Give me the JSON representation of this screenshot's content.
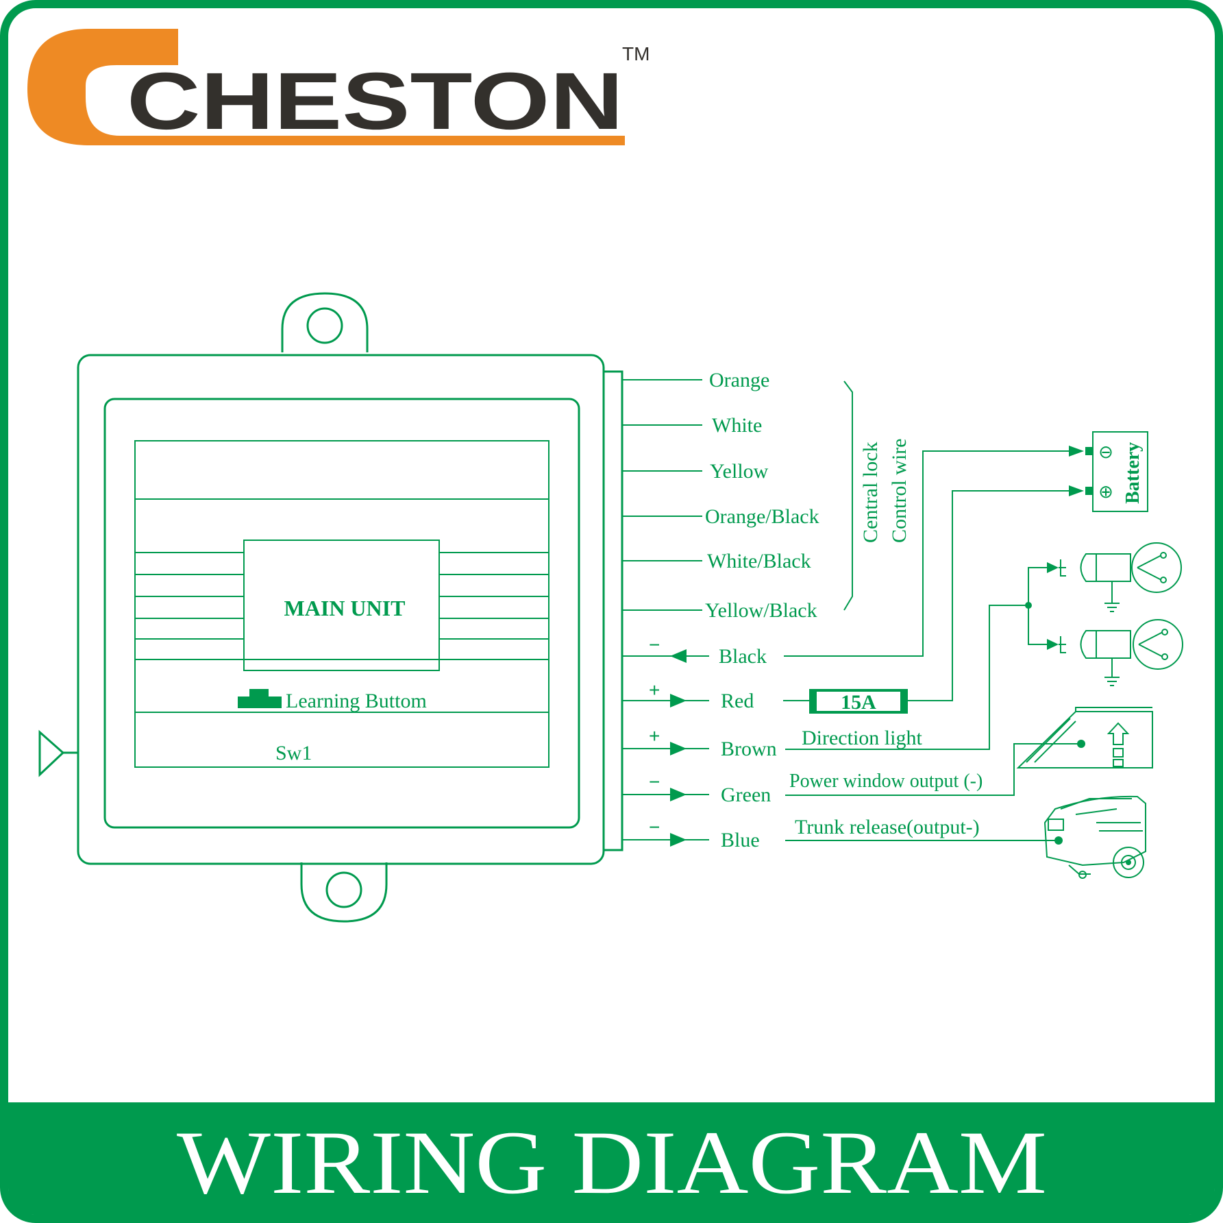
{
  "brand": {
    "name": "CHESTON",
    "trademark": "TM",
    "orange": "#ee8a24",
    "dark": "#33302c"
  },
  "colors": {
    "line": "#009a4e",
    "footer_bg": "#009a4e",
    "footer_text": "#ffffff"
  },
  "main_unit": {
    "label": "MAIN UNIT",
    "button_label": "Learning Buttom",
    "switch_label": "Sw1"
  },
  "wires": [
    {
      "color": "Orange"
    },
    {
      "color": "White"
    },
    {
      "color": "Yellow"
    },
    {
      "color": "Orange/Black"
    },
    {
      "color": "White/Black"
    },
    {
      "color": "Yellow/Black"
    },
    {
      "color": "Black",
      "polarity": "−"
    },
    {
      "color": "Red",
      "polarity": "+"
    },
    {
      "color": "Brown",
      "polarity": "+"
    },
    {
      "color": "Green",
      "polarity": "−"
    },
    {
      "color": "Blue",
      "polarity": "−"
    }
  ],
  "central_lock": {
    "line1": "Central lock",
    "line2": "Control wire"
  },
  "battery": {
    "label": "Battery",
    "negative": "⊖",
    "positive": "⊕"
  },
  "fuse": {
    "label": "15A"
  },
  "outputs": {
    "direction_light": "Direction light",
    "power_window": "Power window output (-)",
    "trunk_release": "Trunk release(output-)"
  },
  "footer": {
    "title": "WIRING DIAGRAM"
  }
}
